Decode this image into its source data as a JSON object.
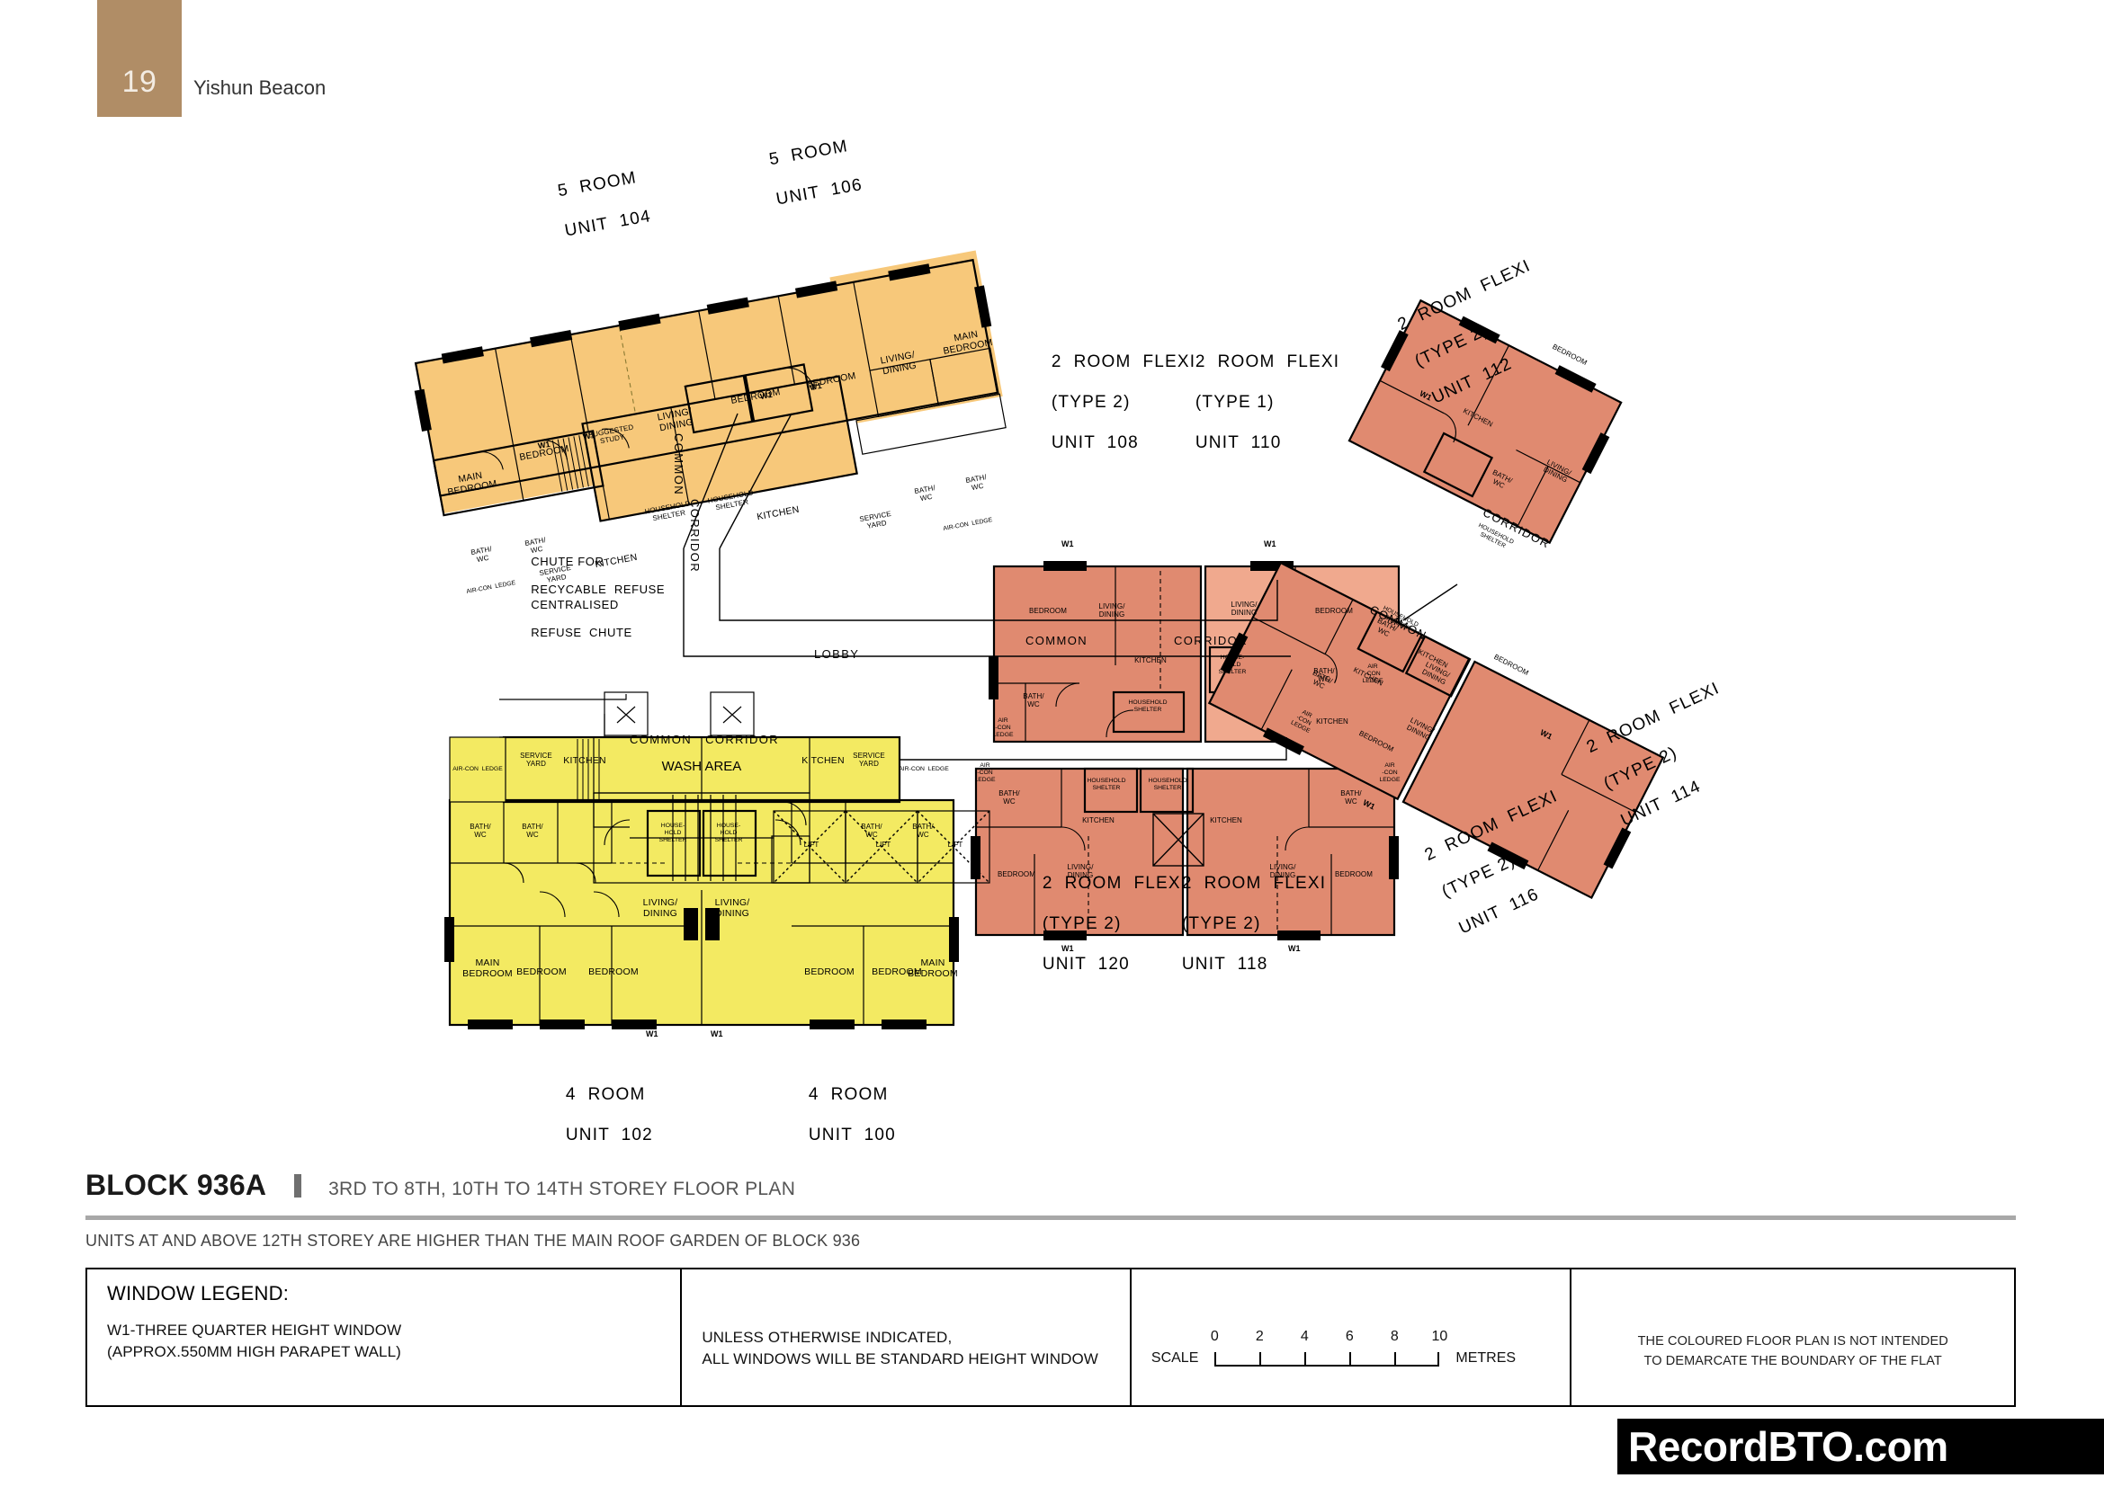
{
  "header": {
    "page_number": "19",
    "project_name": "Yishun Beacon"
  },
  "block": {
    "name": "BLOCK 936A",
    "storey_range": "3RD TO 8TH, 10TH TO 14TH STOREY FLOOR PLAN",
    "note": "UNITS AT AND ABOVE 12TH STOREY ARE HIGHER THAN THE MAIN ROOF GARDEN OF BLOCK 936"
  },
  "legend": {
    "window_heading": "WINDOW LEGEND:",
    "window_line1": "W1-THREE QUARTER HEIGHT WINDOW",
    "window_line2": "(APPROX.550MM HIGH PARAPET WALL)",
    "windows_note1": "UNLESS OTHERWISE INDICATED,",
    "windows_note2": "ALL WINDOWS WILL BE STANDARD HEIGHT WINDOW",
    "scale_word": "SCALE",
    "scale_ticks": [
      "0",
      "2",
      "4",
      "6",
      "8",
      "10"
    ],
    "scale_units": "METRES",
    "disclaimer1": "THE COLOURED FLOOR PLAN IS NOT INTENDED",
    "disclaimer2": "TO DEMARCATE THE BOUNDARY OF THE FLAT"
  },
  "watermark": {
    "text": "RecordBTO.com"
  },
  "colors": {
    "page_tab": "#b08d66",
    "unit_orange": "#f7c87a",
    "unit_yellow": "#f3ea62",
    "unit_red": "#e08a70",
    "unit_red_light": "#f0a98e",
    "wall": "#000000"
  },
  "units": [
    {
      "id": "104",
      "type_label": "5  ROOM",
      "unit_label": "UNIT  104",
      "colour": "orange"
    },
    {
      "id": "106",
      "type_label": "5  ROOM",
      "unit_label": "UNIT  106",
      "colour": "orange"
    },
    {
      "id": "100",
      "type_label": "4  ROOM",
      "unit_label": "UNIT  100",
      "colour": "yellow"
    },
    {
      "id": "102",
      "type_label": "4  ROOM",
      "unit_label": "UNIT  102",
      "colour": "yellow"
    },
    {
      "id": "108",
      "type_label": "2  ROOM  FLEXI",
      "subtype": "(TYPE 2)",
      "unit_label": "UNIT  108",
      "colour": "red"
    },
    {
      "id": "110",
      "type_label": "2  ROOM  FLEXI",
      "subtype": "(TYPE 1)",
      "unit_label": "UNIT  110",
      "colour": "red"
    },
    {
      "id": "112",
      "type_label": "2  ROOM  FLEXI",
      "subtype": "(TYPE 2)",
      "unit_label": "UNIT  112",
      "colour": "red"
    },
    {
      "id": "114",
      "type_label": "2  ROOM  FLEXI",
      "subtype": "(TYPE 2)",
      "unit_label": "UNIT  114",
      "colour": "red"
    },
    {
      "id": "116",
      "type_label": "2  ROOM  FLEXI",
      "subtype": "(TYPE 2)",
      "unit_label": "UNIT  116",
      "colour": "red"
    },
    {
      "id": "118",
      "type_label": "2  ROOM  FLEXI",
      "subtype": "(TYPE 2)",
      "unit_label": "UNIT  118",
      "colour": "red"
    },
    {
      "id": "120",
      "type_label": "2  ROOM  FLEXI",
      "subtype": "(TYPE 2)",
      "unit_label": "UNIT  120",
      "colour": "red"
    }
  ],
  "annotations": {
    "chute_recyclable_1": "CHUTE FOR",
    "chute_recyclable_2": "RECYCABLE  REFUSE",
    "chute_centralised_1": "CENTRALISED",
    "chute_centralised_2": "REFUSE  CHUTE",
    "wash_area": "WASH  AREA",
    "lobby": "LOBBY",
    "lift": "LIFT",
    "common_corridor_mid": "COMMON   CORRIDOR",
    "common_vertical": "COMMON",
    "corridor_vertical": "CORRIDOR",
    "common_mid": "COMMON",
    "corridor_mid": "CORRIDOR",
    "corridor_right": "CORRIDOR",
    "common_right": "COMMON"
  },
  "room_labels": {
    "main_bedroom": "MAIN\nBEDROOM",
    "bedroom": "BEDROOM",
    "suggested_study": "SUGGESTED\nSTUDY",
    "living_dining": "LIVING/\nDINING",
    "kitchen": "KITCHEN",
    "bath_wc": "BATH/\nWC",
    "household_shelter": "HOUSEHOLD\nSHELTER",
    "household_shelter_stacked": "HOUSE-\nHOLD\nSHELTER",
    "service_yard": "SERVICE\nYARD",
    "aircon_ledge": "AIR-CON  LEDGE",
    "aircon_ledge_stacked": "AIR\n-CON\nLEDGE",
    "window_mark": "W1"
  }
}
